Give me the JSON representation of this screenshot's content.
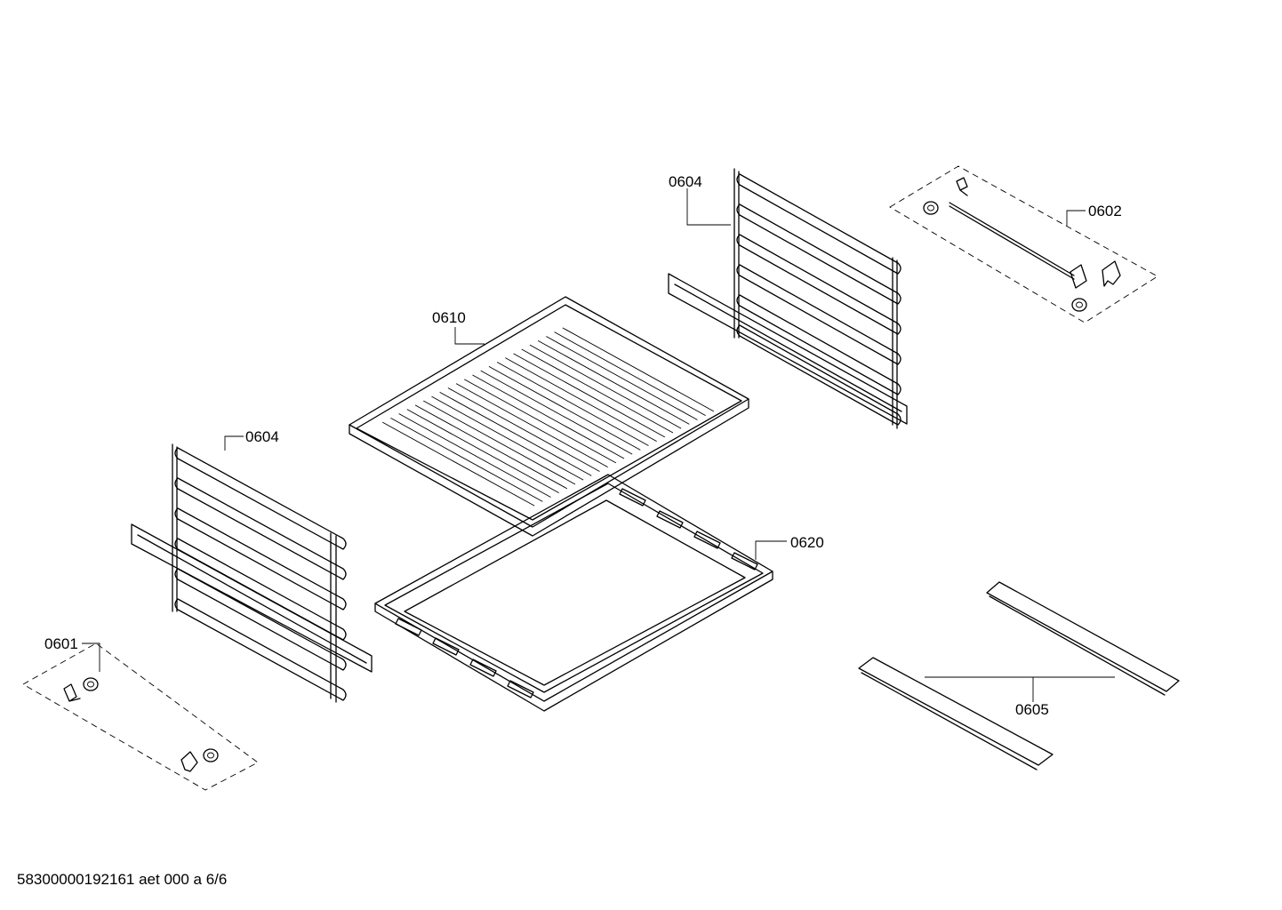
{
  "labels": {
    "p0601": "0601",
    "p0602": "0602",
    "p0604_left": "0604",
    "p0604_right": "0604",
    "p0605": "0605",
    "p0610": "0610",
    "p0620": "0620"
  },
  "footer": "58300000192161 aet 000 a 6/6"
}
